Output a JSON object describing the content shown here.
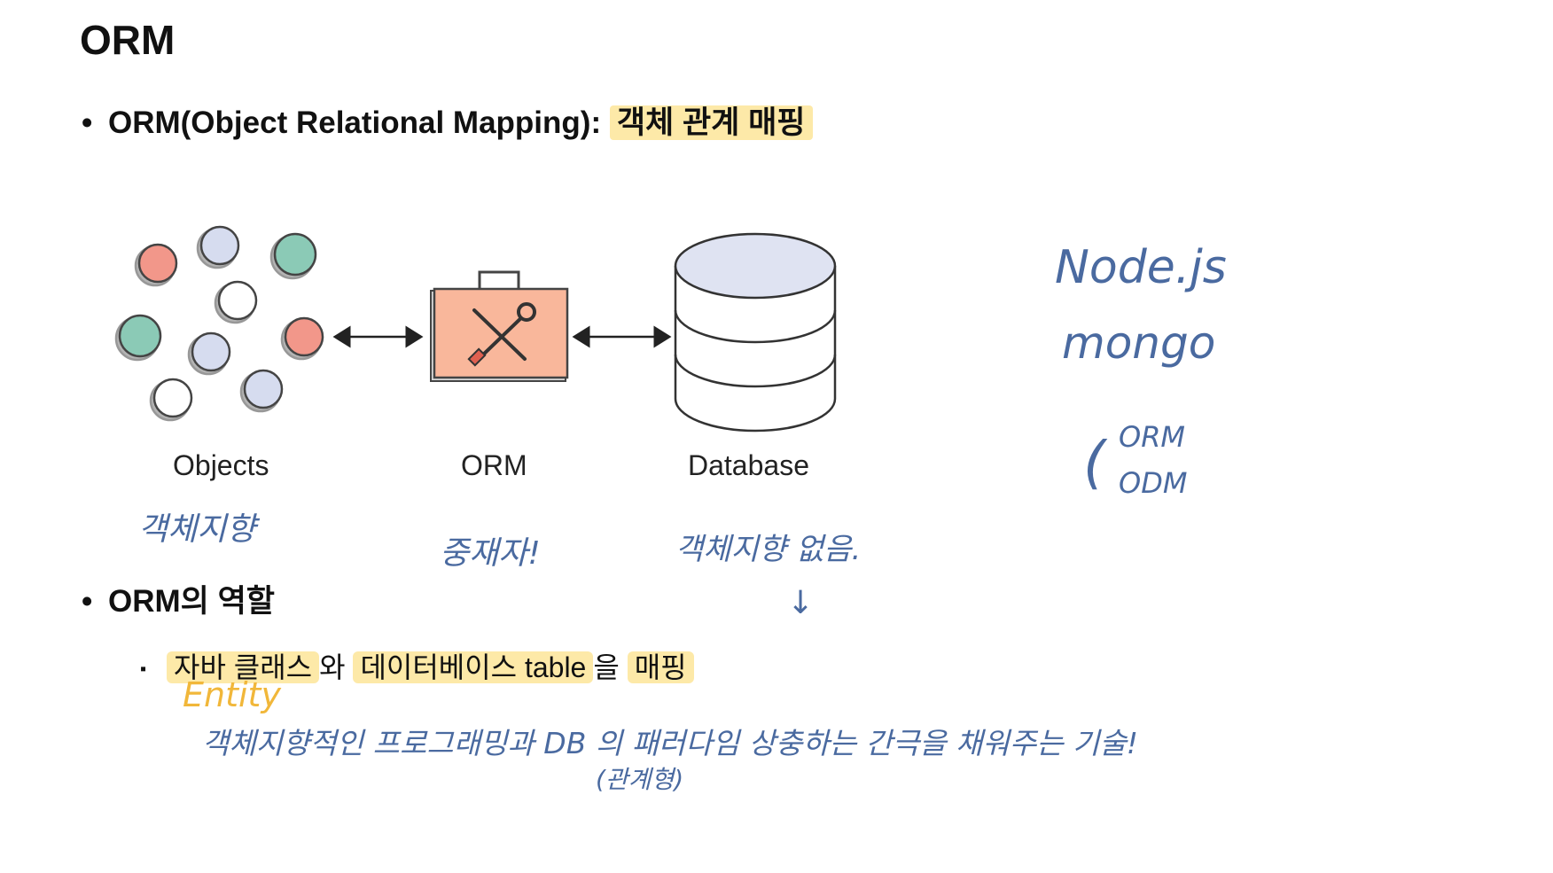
{
  "slide": {
    "title": "ORM",
    "bullet1": {
      "marker": "•",
      "prefix": "ORM(Object Relational Mapping):",
      "highlight": "객체 관계 매핑"
    },
    "diagram": {
      "labels": {
        "objects": "Objects",
        "orm": "ORM",
        "database": "Database"
      }
    },
    "bullet2": {
      "marker": "•",
      "text": "ORM의 역할"
    },
    "sub_bullet": {
      "marker": "▪",
      "part1": "자바 클래스",
      "part2": "와 ",
      "part3": "데이터베이스 table",
      "part4": "을 ",
      "part5": "매핑"
    }
  },
  "handwriting": {
    "objects_note": "객체지향",
    "orm_note": "중재자!",
    "db_note": "객체지향 없음.",
    "arrow_down": "↓",
    "entity": "Entity",
    "explanation": "객체지향적인 프로그래밍과 DB 의 패러다임 상충하는 간극을 채워주는 기술!",
    "db_sub": "(관계형)",
    "right_notes": {
      "line1": "Node.js",
      "line2": "mongo",
      "line3": "ORM",
      "line4": "ODM",
      "bracket": "("
    }
  },
  "colors": {
    "highlight": "#fde9a8",
    "handwriting_blue": "#4a6aa0",
    "handwriting_orange": "#f1b73a",
    "circle_coral": "#f2978a",
    "circle_teal": "#8bcab6",
    "circle_lavender": "#d6dcef",
    "circle_white": "#ffffff",
    "toolbox": "#f9b79b",
    "db_fill": "#dfe3f2"
  }
}
